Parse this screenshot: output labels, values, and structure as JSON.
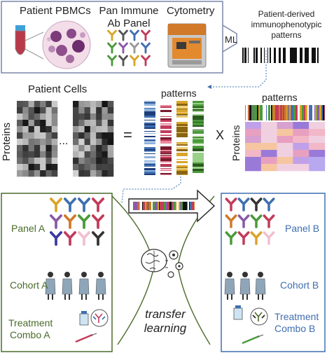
{
  "top_panel": {
    "patient_pbmcs": "Patient PBMCs",
    "pan_immune_line1": "Pan Immune",
    "pan_immune_line2": "Ab Panel",
    "cytometry": "Cytometry",
    "ml": "ML",
    "output_line1": "Patient-derived",
    "output_line2": "immunophenotypic",
    "output_line3": "patterns"
  },
  "middle": {
    "patient_cells": "Patient Cells",
    "proteins_left": "Proteins",
    "ellipsis": "...",
    "equals": "=",
    "patterns_center": "patterns",
    "times": "X",
    "patterns_right": "patterns",
    "proteins_right": "Proteins"
  },
  "bottom": {
    "left": {
      "panel": "Panel A",
      "cohort": "Cohort A",
      "treatment_line1": "Treatment",
      "treatment_line2": "Combo A"
    },
    "center": {
      "line1": "transfer",
      "line2": "learning"
    },
    "right": {
      "panel": "Panel B",
      "cohort": "Cohort B",
      "treatment_line1": "Treatment",
      "treatment_line2": "Combo B"
    }
  },
  "colors": {
    "green": "#4a6b2a",
    "blue": "#3f6fb0",
    "box_border": "#7a86a8"
  }
}
